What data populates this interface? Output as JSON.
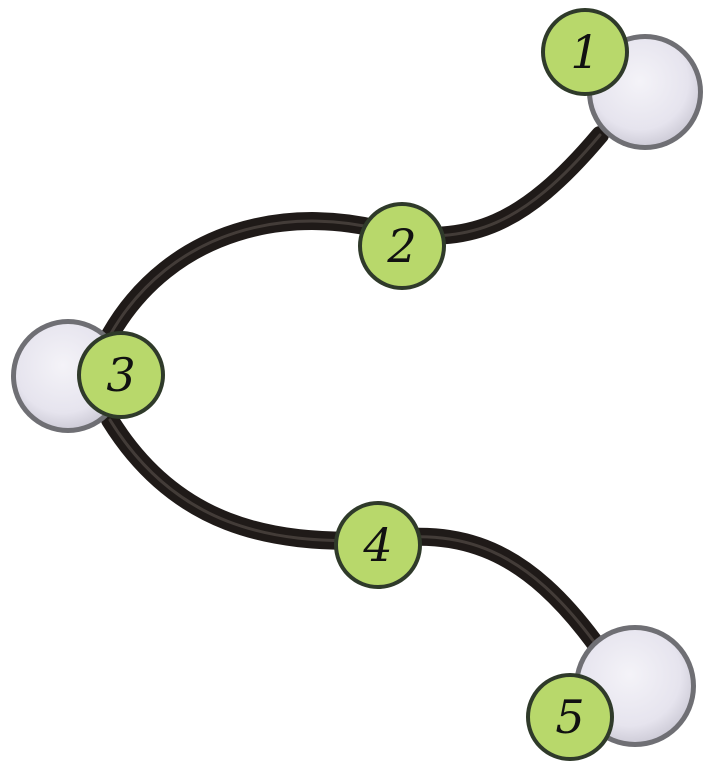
{
  "colors": {
    "background": "#ffffff",
    "tube": "#1f1a18",
    "tube_highlight": "#5b534f",
    "disc_face": "#e6e4ee",
    "disc_rim": "#6f6f74",
    "badge_fill": "#b8d86b",
    "badge_stroke": "#2f3a2a",
    "label_text": "#111111"
  },
  "badges": [
    {
      "label": "1"
    },
    {
      "label": "2"
    },
    {
      "label": "3"
    },
    {
      "label": "4"
    },
    {
      "label": "5"
    }
  ]
}
